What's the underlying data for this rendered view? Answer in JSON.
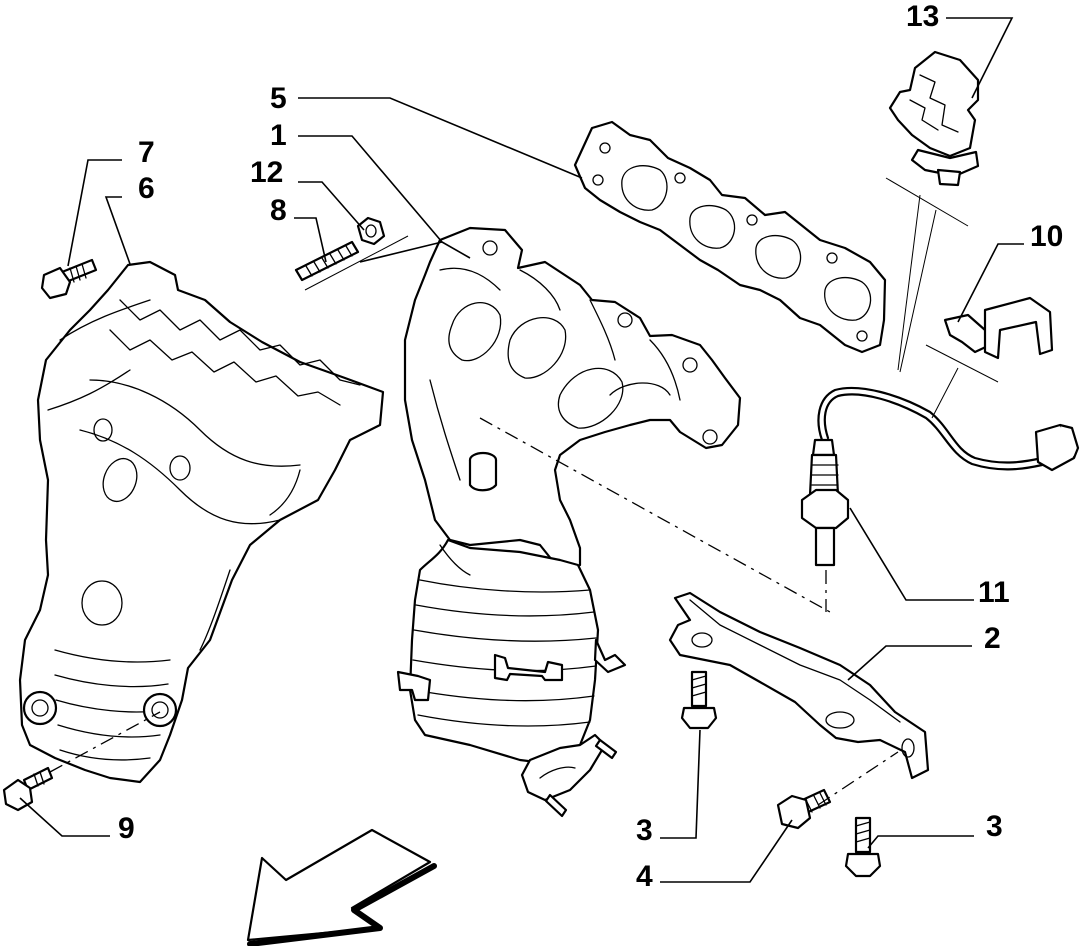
{
  "diagram": {
    "callouts": [
      {
        "id": "c13",
        "label": "13",
        "part": "connector bracket"
      },
      {
        "id": "c5",
        "label": "5",
        "part": "manifold gasket"
      },
      {
        "id": "c1",
        "label": "1",
        "part": "exhaust manifold with catalytic converter"
      },
      {
        "id": "c12",
        "label": "12",
        "part": "nut"
      },
      {
        "id": "c8",
        "label": "8",
        "part": "stud"
      },
      {
        "id": "c7",
        "label": "7",
        "part": "heat shield bolt"
      },
      {
        "id": "c6",
        "label": "6",
        "part": "heat shield"
      },
      {
        "id": "c10",
        "label": "10",
        "part": "sensor clip"
      },
      {
        "id": "c11",
        "label": "11",
        "part": "oxygen sensor"
      },
      {
        "id": "c2",
        "label": "2",
        "part": "support bracket"
      },
      {
        "id": "c9",
        "label": "9",
        "part": "heat shield lower bolt"
      },
      {
        "id": "c3a",
        "label": "3",
        "part": "bracket bolt"
      },
      {
        "id": "c4",
        "label": "4",
        "part": "bolt"
      },
      {
        "id": "c3b",
        "label": "3",
        "part": "bracket bolt"
      }
    ]
  }
}
